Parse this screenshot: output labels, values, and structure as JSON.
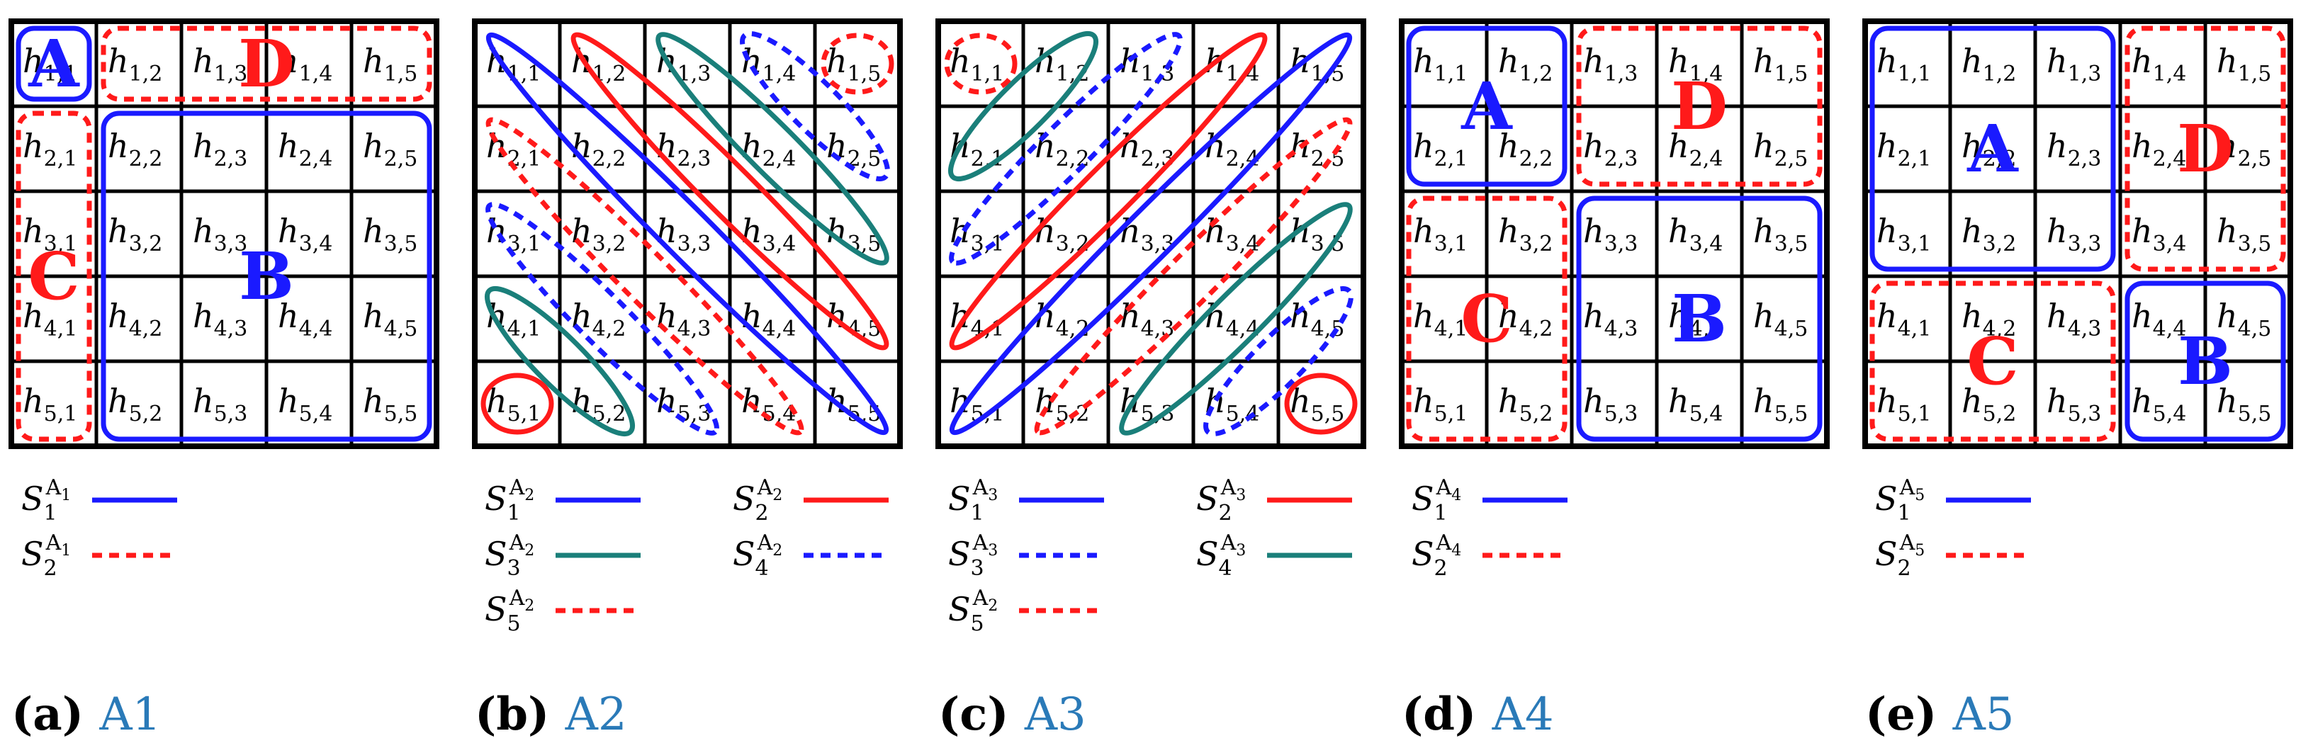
{
  "colors": {
    "blue": "#1a1aff",
    "red": "#ff1a1a",
    "teal": "#1a7f7a",
    "caption_blue": "#2a7ab8",
    "grid": "#000000"
  },
  "cell_symbol": "h",
  "panels": [
    {
      "id": "a",
      "caption": {
        "letter": "(a)",
        "name": "A1"
      },
      "legend": [
        {
          "base": "S",
          "sub": "1",
          "sup": "A",
          "supsub": "1",
          "color": "blue",
          "style": "solid"
        },
        {
          "base": "S",
          "sub": "2",
          "sup": "A",
          "supsub": "1",
          "color": "red",
          "style": "dashed"
        }
      ],
      "regions": [
        {
          "label": "A",
          "color": "blue",
          "style": "solid",
          "cells": [
            [
              1,
              1
            ]
          ]
        },
        {
          "label": "B",
          "color": "blue",
          "style": "solid",
          "cells": [
            [
              2,
              2
            ],
            [
              5,
              5
            ]
          ]
        },
        {
          "label": "C",
          "color": "red",
          "style": "dashed",
          "cells": [
            [
              2,
              1
            ],
            [
              5,
              1
            ]
          ]
        },
        {
          "label": "D",
          "color": "red",
          "style": "dashed",
          "cells": [
            [
              1,
              2
            ],
            [
              1,
              5
            ]
          ]
        }
      ],
      "ellipses": []
    },
    {
      "id": "b",
      "caption": {
        "letter": "(b)",
        "name": "A2"
      },
      "legend": [
        {
          "base": "S",
          "sub": "1",
          "sup": "A",
          "supsub": "2",
          "color": "blue",
          "style": "solid"
        },
        {
          "base": "S",
          "sub": "3",
          "sup": "A",
          "supsub": "2",
          "color": "teal",
          "style": "solid"
        },
        {
          "base": "S",
          "sub": "5",
          "sup": "A",
          "supsub": "2",
          "color": "red",
          "style": "dashed"
        },
        {
          "base": "S",
          "sub": "2",
          "sup": "A",
          "supsub": "2",
          "color": "red",
          "style": "solid"
        },
        {
          "base": "S",
          "sub": "4",
          "sup": "A",
          "supsub": "2",
          "color": "blue",
          "style": "dashed"
        }
      ],
      "regions": [],
      "ellipses": [
        {
          "name": "s1-main-diagonal",
          "color": "blue",
          "style": "solid",
          "from": [
            1,
            1
          ],
          "to": [
            5,
            5
          ]
        },
        {
          "name": "s2-upper-diagonal",
          "color": "red",
          "style": "solid",
          "from": [
            1,
            2
          ],
          "to": [
            4,
            5
          ]
        },
        {
          "name": "s3-upper-diagonal",
          "color": "teal",
          "style": "solid",
          "from": [
            1,
            3
          ],
          "to": [
            3,
            5
          ]
        },
        {
          "name": "s4-upper-diagonal",
          "color": "blue",
          "style": "dashed",
          "from": [
            1,
            4
          ],
          "to": [
            2,
            5
          ]
        },
        {
          "name": "s5-corner",
          "color": "red",
          "style": "dashed",
          "from": [
            1,
            5
          ],
          "to": [
            1,
            5
          ]
        },
        {
          "name": "s5-lower-diagonal",
          "color": "red",
          "style": "dashed",
          "from": [
            2,
            1
          ],
          "to": [
            5,
            4
          ]
        },
        {
          "name": "s4-lower-diagonal",
          "color": "blue",
          "style": "dashed",
          "from": [
            3,
            1
          ],
          "to": [
            5,
            3
          ]
        },
        {
          "name": "s3-lower-diagonal",
          "color": "teal",
          "style": "solid",
          "from": [
            4,
            1
          ],
          "to": [
            5,
            2
          ]
        },
        {
          "name": "s2-corner",
          "color": "red",
          "style": "solid",
          "from": [
            5,
            1
          ],
          "to": [
            5,
            1
          ]
        }
      ]
    },
    {
      "id": "c",
      "caption": {
        "letter": "(c)",
        "name": "A3"
      },
      "legend": [
        {
          "base": "S",
          "sub": "1",
          "sup": "A",
          "supsub": "3",
          "color": "blue",
          "style": "solid"
        },
        {
          "base": "S",
          "sub": "3",
          "sup": "A",
          "supsub": "3",
          "color": "blue",
          "style": "dashed"
        },
        {
          "base": "S",
          "sub": "5",
          "sup": "A",
          "supsub": "2",
          "color": "red",
          "style": "dashed"
        },
        {
          "base": "S",
          "sub": "2",
          "sup": "A",
          "supsub": "3",
          "color": "red",
          "style": "solid"
        },
        {
          "base": "S",
          "sub": "4",
          "sup": "A",
          "supsub": "3",
          "color": "teal",
          "style": "solid"
        }
      ],
      "regions": [],
      "ellipses": [
        {
          "name": "s1-anti-diagonal",
          "color": "blue",
          "style": "solid",
          "from": [
            1,
            5
          ],
          "to": [
            5,
            1
          ]
        },
        {
          "name": "s2-anti-diagonal-upper",
          "color": "red",
          "style": "solid",
          "from": [
            1,
            4
          ],
          "to": [
            4,
            1
          ]
        },
        {
          "name": "s3-anti-diagonal-upper",
          "color": "blue",
          "style": "dashed",
          "from": [
            1,
            3
          ],
          "to": [
            3,
            1
          ]
        },
        {
          "name": "s4-anti-diagonal-upper",
          "color": "teal",
          "style": "solid",
          "from": [
            1,
            2
          ],
          "to": [
            2,
            1
          ]
        },
        {
          "name": "s5-corner",
          "color": "red",
          "style": "dashed",
          "from": [
            1,
            1
          ],
          "to": [
            1,
            1
          ]
        },
        {
          "name": "s5-anti-diagonal-lower",
          "color": "red",
          "style": "dashed",
          "from": [
            2,
            5
          ],
          "to": [
            5,
            2
          ]
        },
        {
          "name": "s4-anti-diagonal-lower",
          "color": "teal",
          "style": "solid",
          "from": [
            3,
            5
          ],
          "to": [
            5,
            3
          ]
        },
        {
          "name": "s3-anti-diagonal-lower",
          "color": "blue",
          "style": "dashed",
          "from": [
            4,
            5
          ],
          "to": [
            5,
            4
          ]
        },
        {
          "name": "s2-corner",
          "color": "red",
          "style": "solid",
          "from": [
            5,
            5
          ],
          "to": [
            5,
            5
          ]
        }
      ]
    },
    {
      "id": "d",
      "caption": {
        "letter": "(d)",
        "name": "A4"
      },
      "legend": [
        {
          "base": "S",
          "sub": "1",
          "sup": "A",
          "supsub": "4",
          "color": "blue",
          "style": "solid"
        },
        {
          "base": "S",
          "sub": "2",
          "sup": "A",
          "supsub": "4",
          "color": "red",
          "style": "dashed"
        }
      ],
      "regions": [
        {
          "label": "A",
          "color": "blue",
          "style": "solid",
          "cells": [
            [
              1,
              1
            ],
            [
              2,
              2
            ]
          ]
        },
        {
          "label": "B",
          "color": "blue",
          "style": "solid",
          "cells": [
            [
              3,
              3
            ],
            [
              5,
              5
            ]
          ]
        },
        {
          "label": "C",
          "color": "red",
          "style": "dashed",
          "cells": [
            [
              3,
              1
            ],
            [
              5,
              2
            ]
          ]
        },
        {
          "label": "D",
          "color": "red",
          "style": "dashed",
          "cells": [
            [
              1,
              3
            ],
            [
              2,
              5
            ]
          ]
        }
      ],
      "ellipses": []
    },
    {
      "id": "e",
      "caption": {
        "letter": "(e)",
        "name": "A5"
      },
      "legend": [
        {
          "base": "S",
          "sub": "1",
          "sup": "A",
          "supsub": "5",
          "color": "blue",
          "style": "solid"
        },
        {
          "base": "S",
          "sub": "2",
          "sup": "A",
          "supsub": "5",
          "color": "red",
          "style": "dashed"
        }
      ],
      "regions": [
        {
          "label": "A",
          "color": "blue",
          "style": "solid",
          "cells": [
            [
              1,
              1
            ],
            [
              3,
              3
            ]
          ]
        },
        {
          "label": "B",
          "color": "blue",
          "style": "solid",
          "cells": [
            [
              4,
              4
            ],
            [
              5,
              5
            ]
          ]
        },
        {
          "label": "C",
          "color": "red",
          "style": "dashed",
          "cells": [
            [
              4,
              1
            ],
            [
              5,
              3
            ]
          ]
        },
        {
          "label": "D",
          "color": "red",
          "style": "dashed",
          "cells": [
            [
              1,
              4
            ],
            [
              3,
              5
            ]
          ]
        }
      ],
      "ellipses": []
    }
  ]
}
